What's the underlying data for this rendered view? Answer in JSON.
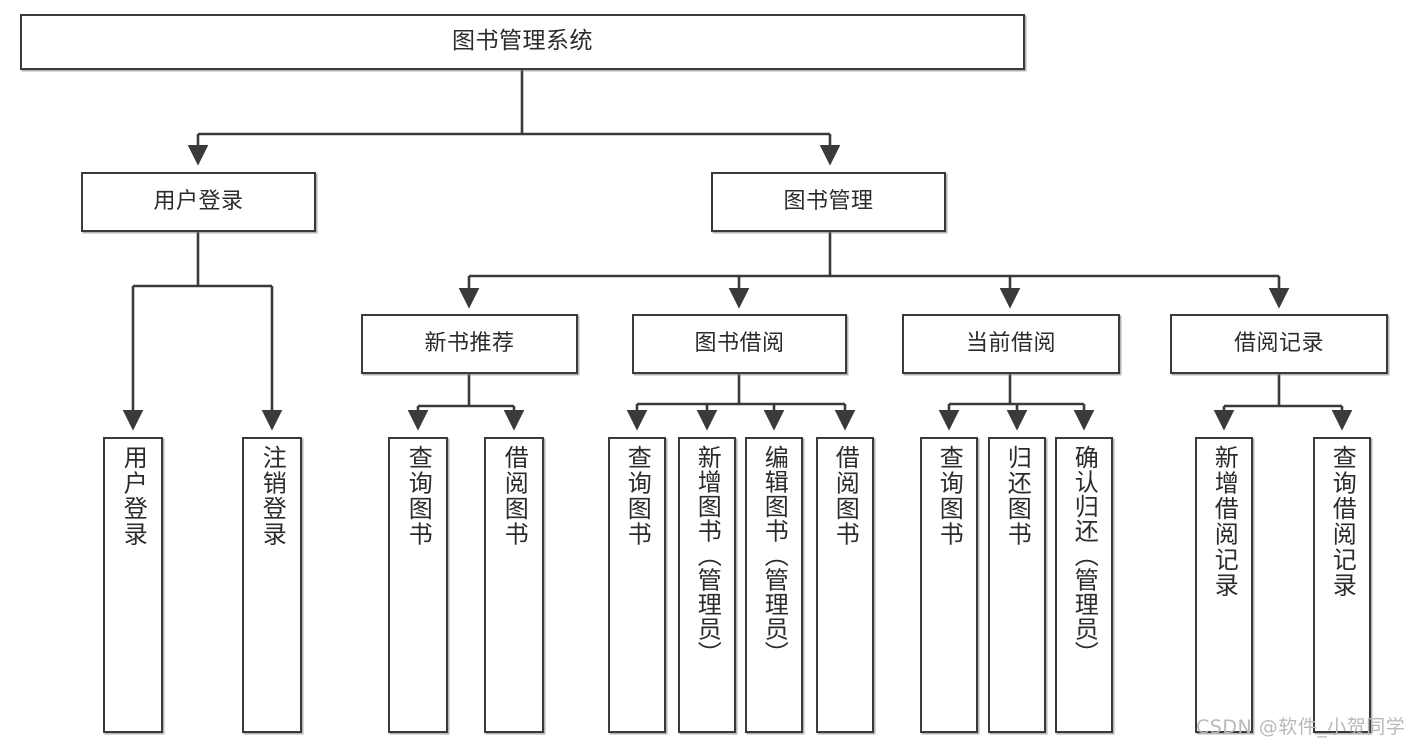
{
  "diagram": {
    "type": "tree-hierarchy",
    "title": "图书管理系统",
    "watermark": "CSDN @软件_小贺同学",
    "colors": {
      "box_border": "#3a3a3a",
      "box_fill": "#ffffff",
      "connector": "#3a3a3a",
      "text": "#2b2b2b",
      "watermark": "#b9b9b9"
    },
    "nodes": {
      "root": {
        "label": "图书管理系统"
      },
      "level2": [
        {
          "label": "用户登录"
        },
        {
          "label": "图书管理"
        }
      ],
      "level3": [
        {
          "label": "新书推荐"
        },
        {
          "label": "图书借阅"
        },
        {
          "label": "当前借阅"
        },
        {
          "label": "借阅记录"
        }
      ],
      "leaves": [
        {
          "label": "用户登录",
          "parent": "用户登录"
        },
        {
          "label": "注销登录",
          "parent": "用户登录"
        },
        {
          "label": "查询图书",
          "parent": "新书推荐"
        },
        {
          "label": "借阅图书",
          "parent": "新书推荐"
        },
        {
          "label": "查询图书",
          "parent": "图书借阅"
        },
        {
          "label": "新增图书（管理员）",
          "parent": "图书借阅"
        },
        {
          "label": "编辑图书（管理员）",
          "parent": "图书借阅"
        },
        {
          "label": "借阅图书",
          "parent": "图书借阅"
        },
        {
          "label": "查询图书",
          "parent": "当前借阅"
        },
        {
          "label": "归还图书",
          "parent": "当前借阅"
        },
        {
          "label": "确认归还（管理员）",
          "parent": "当前借阅"
        },
        {
          "label": "新增借阅记录",
          "parent": "借阅记录"
        },
        {
          "label": "查询借阅记录",
          "parent": "借阅记录"
        }
      ]
    }
  }
}
